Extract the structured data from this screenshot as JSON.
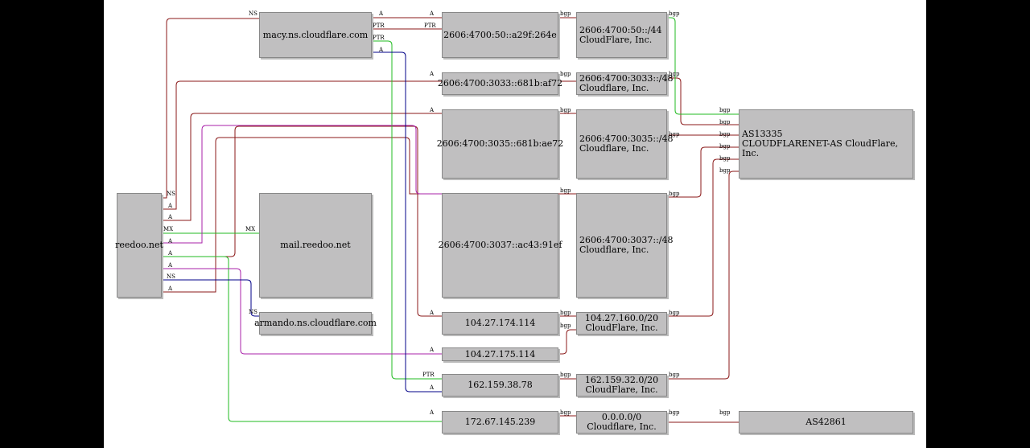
{
  "nodes": {
    "reedoo": "reedoo.net",
    "macy": "macy.ns.cloudflare.com",
    "mail": "mail.reedoo.net",
    "armando": "armando.ns.cloudflare.com",
    "ip_264e": "2606:4700:50::a29f:264e",
    "ip_af72": "2606:4700:3033::681b:af72",
    "ip_ae72": "2606:4700:3035::681b:ae72",
    "ip_91ef": "2606:4700:3037::ac43:91ef",
    "ip_174": "104.27.174.114",
    "ip_175": "104.27.175.114",
    "ip_38": "162.159.38.78",
    "ip_239": "172.67.145.239",
    "pfx_50": "2606:4700:50::/44\nCloudFlare, Inc.",
    "pfx_3033": "2606:4700:3033::/48\nCloudflare, Inc.",
    "pfx_3035": "2606:4700:3035::/48\nCloudflare, Inc.",
    "pfx_3037": "2606:4700:3037::/48\nCloudflare, Inc.",
    "pfx_104": "104.27.160.0/20\nCloudFlare, Inc.",
    "pfx_162": "162.159.32.0/20\nCloudFlare, Inc.",
    "pfx_0": "0.0.0.0/0\nCloudflare, Inc.",
    "as13335": "AS13335\nCLOUDFLARENET-AS CloudFlare, Inc.",
    "as42861": "AS42861"
  },
  "edge_labels": {
    "ns": "NS",
    "a": "A",
    "mx": "MX",
    "ptr": "PTR",
    "bgp": "bgp"
  },
  "colors": {
    "red": "#8b1a1a",
    "green": "#22bb22",
    "magenta": "#aa22aa",
    "navy": "#000088"
  }
}
